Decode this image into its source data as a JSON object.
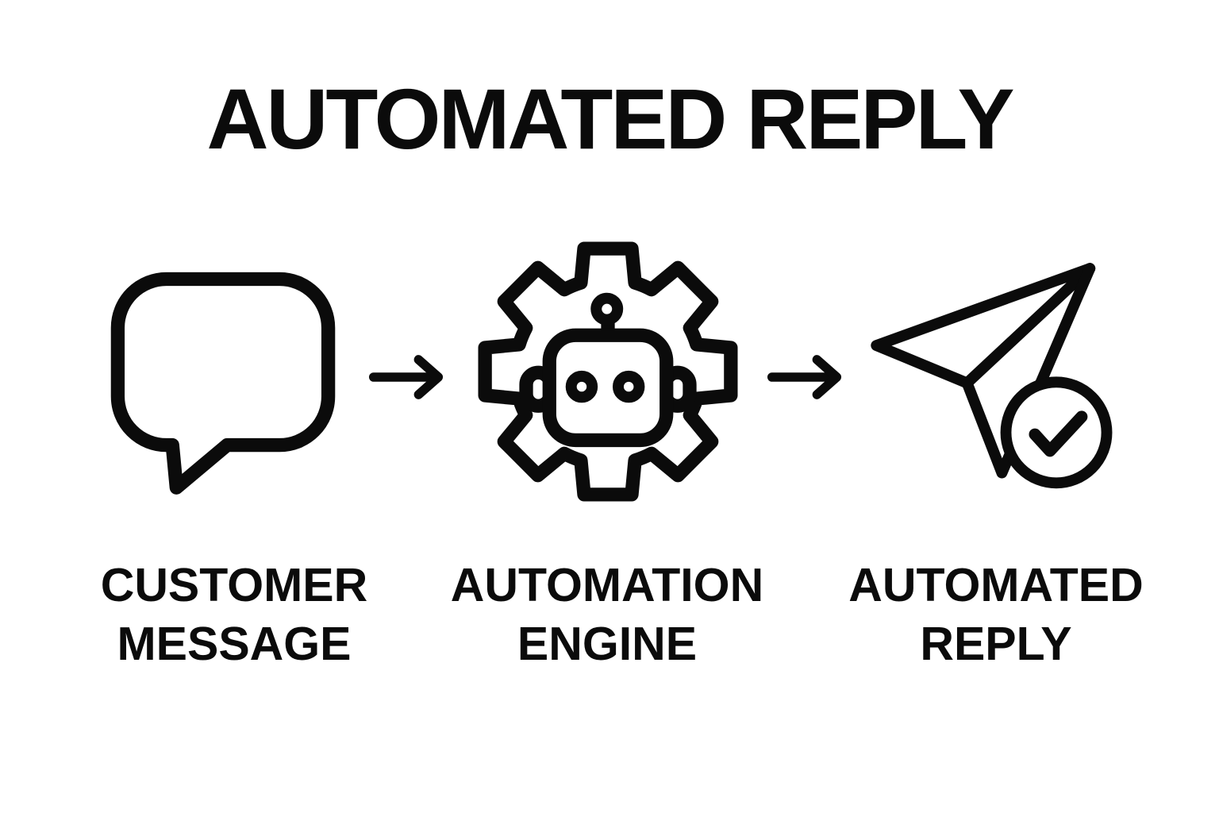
{
  "title": "AUTOMATED REPLY",
  "colors": {
    "ink": "#0b0b0b",
    "background": "#ffffff"
  },
  "flow": {
    "steps": [
      {
        "icon": "speech-bubble-icon",
        "line1": "CUSTOMER",
        "line2": "MESSAGE"
      },
      {
        "icon": "gear-robot-icon",
        "line1": "AUTOMATION",
        "line2": "ENGINE"
      },
      {
        "icon": "paper-plane-check-icon",
        "line1": "AUTOMATED",
        "line2": "REPLY"
      }
    ],
    "connectors": [
      {
        "icon": "arrow-right-icon"
      },
      {
        "icon": "arrow-right-icon"
      }
    ]
  }
}
